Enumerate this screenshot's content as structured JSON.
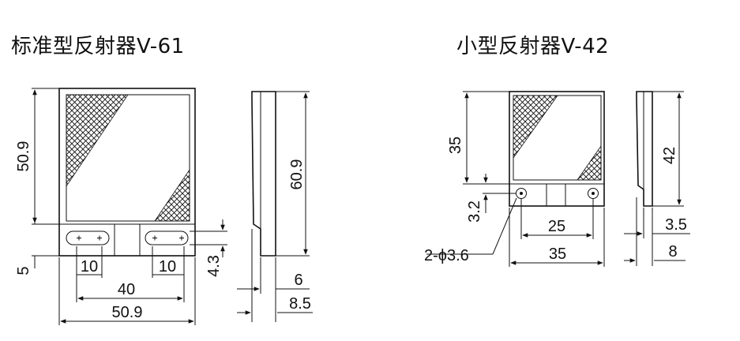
{
  "titles": {
    "left": "标准型反射器V-61",
    "right": "小型反射器V-42"
  },
  "left": {
    "height_total": "50.9",
    "bottom_strip": "5",
    "slot_width_left": "10",
    "slot_width_right": "10",
    "hole_pitch": "40",
    "width_total": "50.9",
    "slot_height": "4.3",
    "side_height": "60.9",
    "side_thickness_front": "6",
    "side_thickness_total": "8.5"
  },
  "right": {
    "height_upper": "35",
    "hole_offset": "3.2",
    "hole_pitch": "25",
    "width_total": "35",
    "hole_spec": "2-ϕ3.6",
    "side_height": "42",
    "side_thickness_front": "3.5",
    "side_thickness_total": "8"
  }
}
